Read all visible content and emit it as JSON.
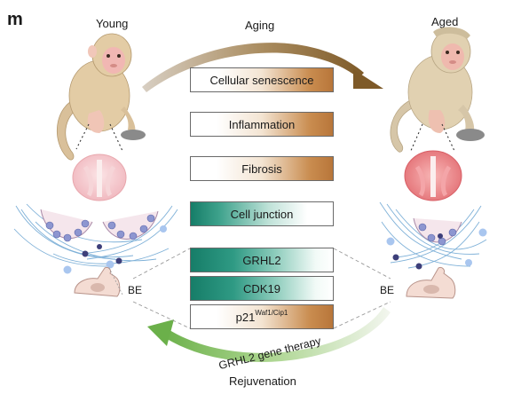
{
  "panel_letter": "m",
  "labels": {
    "young": "Young",
    "aged": "Aged",
    "aging": "Aging",
    "rejuvenation": "Rejuvenation",
    "therapy": "GRHL2 gene therapy",
    "be_left": "BE",
    "be_right": "BE"
  },
  "boxes": [
    {
      "text": "Cellular senescence",
      "style": "brown"
    },
    {
      "text": "Inflammation",
      "style": "brown"
    },
    {
      "text": "Fibrosis",
      "style": "brown"
    },
    {
      "text": "Cell junction",
      "style": "teal"
    },
    {
      "text": "GRHL2",
      "style": "teal-strong"
    },
    {
      "text": "CDK19",
      "style": "teal-strong"
    },
    {
      "text": "p21",
      "sup": "Waf1/Cip1",
      "style": "brown"
    }
  ],
  "colors": {
    "aging_arrow": "#8a6a3a",
    "rejuvenation_arrow": "#7bb860",
    "fibers": "#6fa2cc",
    "cell_nucleus": "#7a86c8"
  }
}
